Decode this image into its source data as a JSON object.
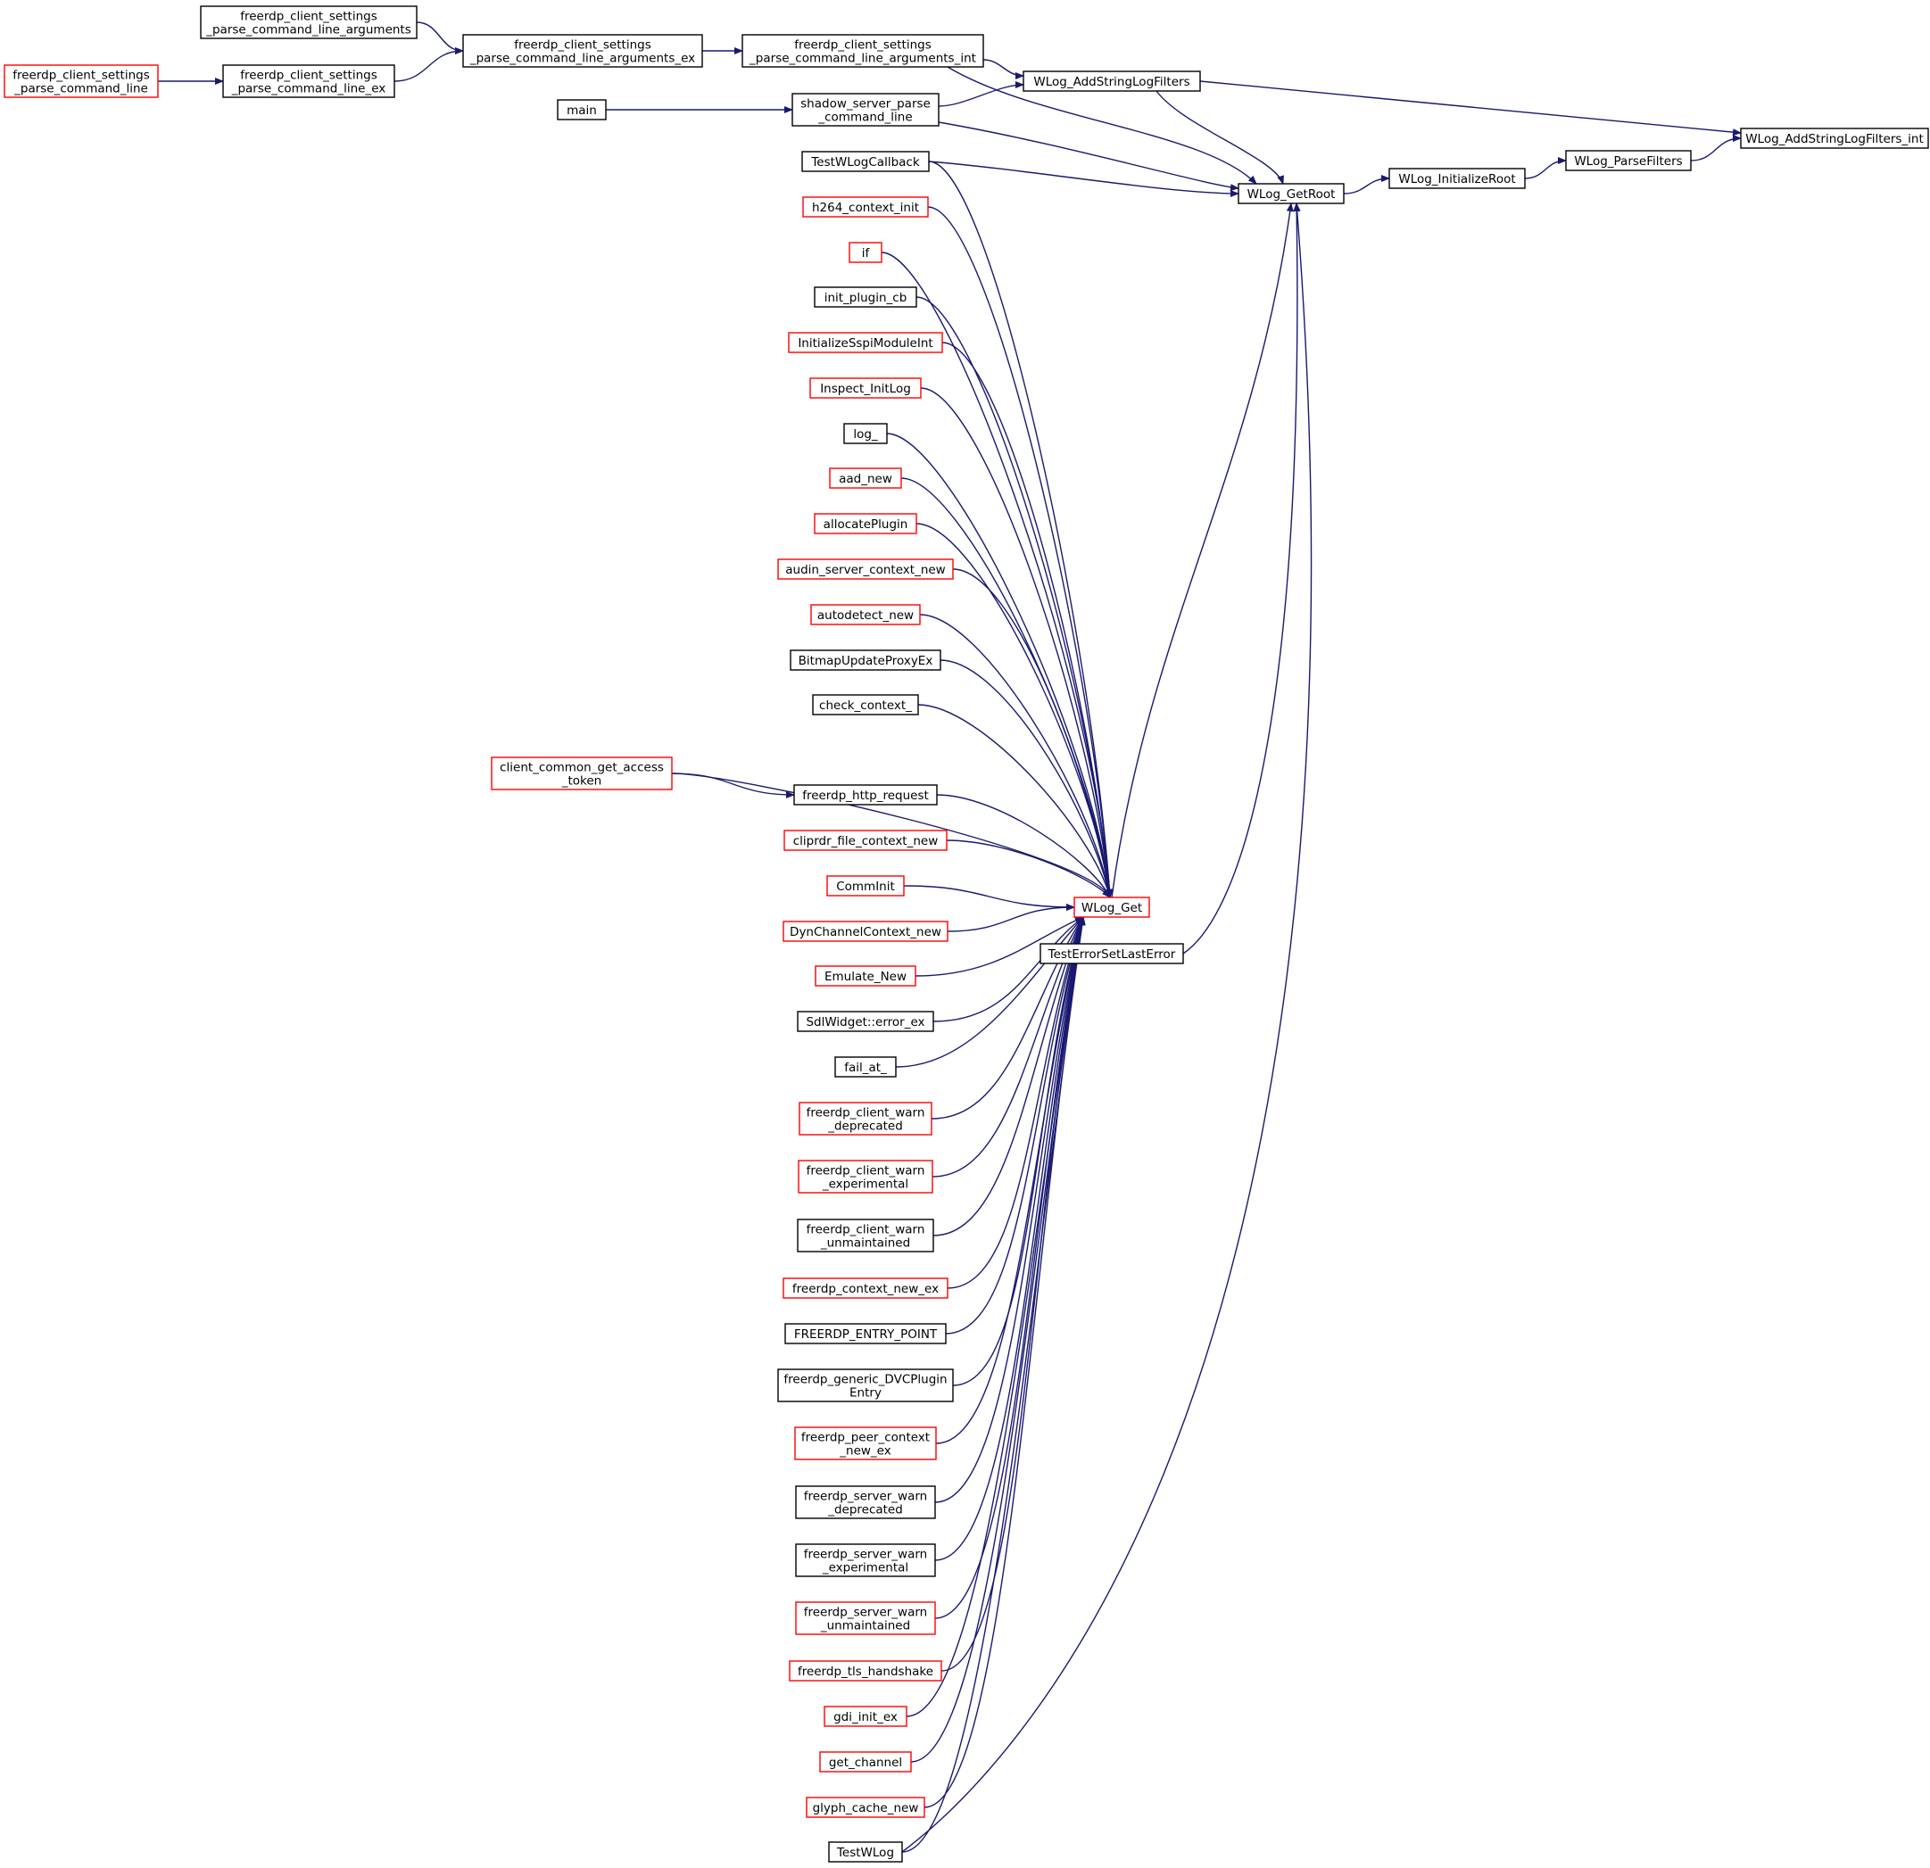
{
  "diagram": {
    "colors": {
      "edge": "#191970",
      "border_default": "#000000",
      "border_truncated": "#ff0000",
      "highlight_fill": "#bfbfbf"
    },
    "nodes": [
      {
        "id": "target",
        "lines": [
          "WLog_AddStringLogFilters_int"
        ],
        "style": "highlight"
      },
      {
        "id": "parsefilters",
        "lines": [
          "WLog_ParseFilters"
        ],
        "style": "normal"
      },
      {
        "id": "initroot",
        "lines": [
          "WLog_InitializeRoot"
        ],
        "style": "normal"
      },
      {
        "id": "getroot",
        "lines": [
          "WLog_GetRoot"
        ],
        "style": "normal"
      },
      {
        "id": "addstring",
        "lines": [
          "WLog_AddStringLogFilters"
        ],
        "style": "normal"
      },
      {
        "id": "wlogget",
        "lines": [
          "WLog_Get"
        ],
        "style": "red"
      },
      {
        "id": "testerror",
        "lines": [
          "TestErrorSetLastError"
        ],
        "style": "normal"
      },
      {
        "id": "fcspcla_int",
        "lines": [
          "freerdp_client_settings",
          "_parse_command_line_arguments_int"
        ],
        "style": "normal"
      },
      {
        "id": "fcspcla_ex",
        "lines": [
          "freerdp_client_settings",
          "_parse_command_line_arguments_ex"
        ],
        "style": "normal"
      },
      {
        "id": "fcspcla",
        "lines": [
          "freerdp_client_settings",
          "_parse_command_line_arguments"
        ],
        "style": "normal"
      },
      {
        "id": "fcspcl_ex",
        "lines": [
          "freerdp_client_settings",
          "_parse_command_line_ex"
        ],
        "style": "normal"
      },
      {
        "id": "fcspcl",
        "lines": [
          "freerdp_client_settings",
          "_parse_command_line"
        ],
        "style": "red"
      },
      {
        "id": "shadow",
        "lines": [
          "shadow_server_parse",
          "_command_line"
        ],
        "style": "normal"
      },
      {
        "id": "main",
        "lines": [
          "main"
        ],
        "style": "normal"
      },
      {
        "id": "testwlogcb",
        "lines": [
          "TestWLogCallback"
        ],
        "style": "normal"
      },
      {
        "id": "h264",
        "lines": [
          "h264_context_init"
        ],
        "style": "red"
      },
      {
        "id": "if",
        "lines": [
          "if"
        ],
        "style": "red"
      },
      {
        "id": "initplugin",
        "lines": [
          "init_plugin_cb"
        ],
        "style": "normal"
      },
      {
        "id": "sspi",
        "lines": [
          "InitializeSspiModuleInt"
        ],
        "style": "red"
      },
      {
        "id": "inspect",
        "lines": [
          "Inspect_InitLog"
        ],
        "style": "red"
      },
      {
        "id": "log_",
        "lines": [
          "log_"
        ],
        "style": "normal"
      },
      {
        "id": "aadnew",
        "lines": [
          "aad_new"
        ],
        "style": "red"
      },
      {
        "id": "allocplugin",
        "lines": [
          "allocatePlugin"
        ],
        "style": "red"
      },
      {
        "id": "audin",
        "lines": [
          "audin_server_context_new"
        ],
        "style": "red"
      },
      {
        "id": "autodetect",
        "lines": [
          "autodetect_new"
        ],
        "style": "red"
      },
      {
        "id": "bitmap",
        "lines": [
          "BitmapUpdateProxyEx"
        ],
        "style": "normal"
      },
      {
        "id": "checkctx",
        "lines": [
          "check_context_"
        ],
        "style": "normal"
      },
      {
        "id": "clientcommon",
        "lines": [
          "client_common_get_access",
          "_token"
        ],
        "style": "red"
      },
      {
        "id": "httpreq",
        "lines": [
          "freerdp_http_request"
        ],
        "style": "normal"
      },
      {
        "id": "cliprdr",
        "lines": [
          "cliprdr_file_context_new"
        ],
        "style": "red"
      },
      {
        "id": "comminit",
        "lines": [
          "CommInit"
        ],
        "style": "red"
      },
      {
        "id": "dynchannel",
        "lines": [
          "DynChannelContext_new"
        ],
        "style": "red"
      },
      {
        "id": "emulate",
        "lines": [
          "Emulate_New"
        ],
        "style": "red"
      },
      {
        "id": "sdlwidget",
        "lines": [
          "SdlWidget::error_ex"
        ],
        "style": "normal"
      },
      {
        "id": "failat",
        "lines": [
          "fail_at_"
        ],
        "style": "normal"
      },
      {
        "id": "fcw_dep",
        "lines": [
          "freerdp_client_warn",
          "_deprecated"
        ],
        "style": "red"
      },
      {
        "id": "fcw_exp",
        "lines": [
          "freerdp_client_warn",
          "_experimental"
        ],
        "style": "red"
      },
      {
        "id": "fcw_unm",
        "lines": [
          "freerdp_client_warn",
          "_unmaintained"
        ],
        "style": "normal"
      },
      {
        "id": "ctxnewex",
        "lines": [
          "freerdp_context_new_ex"
        ],
        "style": "red"
      },
      {
        "id": "entrypoint",
        "lines": [
          "FREERDP_ENTRY_POINT"
        ],
        "style": "normal"
      },
      {
        "id": "dvcplugin",
        "lines": [
          "freerdp_generic_DVCPlugin",
          "Entry"
        ],
        "style": "normal"
      },
      {
        "id": "peerctx",
        "lines": [
          "freerdp_peer_context",
          "_new_ex"
        ],
        "style": "red"
      },
      {
        "id": "fsw_dep",
        "lines": [
          "freerdp_server_warn",
          "_deprecated"
        ],
        "style": "normal"
      },
      {
        "id": "fsw_exp",
        "lines": [
          "freerdp_server_warn",
          "_experimental"
        ],
        "style": "normal"
      },
      {
        "id": "fsw_unm",
        "lines": [
          "freerdp_server_warn",
          "_unmaintained"
        ],
        "style": "red"
      },
      {
        "id": "tls",
        "lines": [
          "freerdp_tls_handshake"
        ],
        "style": "red"
      },
      {
        "id": "gdiinit",
        "lines": [
          "gdi_init_ex"
        ],
        "style": "red"
      },
      {
        "id": "getchannel",
        "lines": [
          "get_channel"
        ],
        "style": "red"
      },
      {
        "id": "glyph",
        "lines": [
          "glyph_cache_new"
        ],
        "style": "red"
      },
      {
        "id": "testwlog",
        "lines": [
          "TestWLog"
        ],
        "style": "normal"
      }
    ],
    "edges": [
      [
        "parsefilters",
        "target"
      ],
      [
        "initroot",
        "parsefilters"
      ],
      [
        "getroot",
        "initroot"
      ],
      [
        "addstring",
        "target"
      ],
      [
        "fcspcla_int",
        "addstring"
      ],
      [
        "shadow",
        "addstring"
      ],
      [
        "fcspcla_int",
        "getroot"
      ],
      [
        "shadow",
        "getroot"
      ],
      [
        "addstring",
        "getroot"
      ],
      [
        "testwlogcb",
        "getroot"
      ],
      [
        "wlogget",
        "getroot"
      ],
      [
        "testerror",
        "getroot"
      ],
      [
        "testwlog",
        "getroot"
      ],
      [
        "fcspcla_ex",
        "fcspcla_int"
      ],
      [
        "fcspcla",
        "fcspcla_ex"
      ],
      [
        "fcspcl_ex",
        "fcspcla_ex"
      ],
      [
        "fcspcl",
        "fcspcl_ex"
      ],
      [
        "main",
        "shadow"
      ],
      [
        "clientcommon",
        "httpreq"
      ],
      [
        "testwlogcb",
        "wlogget"
      ],
      [
        "h264",
        "wlogget"
      ],
      [
        "if",
        "wlogget"
      ],
      [
        "initplugin",
        "wlogget"
      ],
      [
        "sspi",
        "wlogget"
      ],
      [
        "inspect",
        "wlogget"
      ],
      [
        "log_",
        "wlogget"
      ],
      [
        "aadnew",
        "wlogget"
      ],
      [
        "allocplugin",
        "wlogget"
      ],
      [
        "audin",
        "wlogget"
      ],
      [
        "autodetect",
        "wlogget"
      ],
      [
        "bitmap",
        "wlogget"
      ],
      [
        "checkctx",
        "wlogget"
      ],
      [
        "clientcommon",
        "wlogget"
      ],
      [
        "httpreq",
        "wlogget"
      ],
      [
        "cliprdr",
        "wlogget"
      ],
      [
        "comminit",
        "wlogget"
      ],
      [
        "dynchannel",
        "wlogget"
      ],
      [
        "emulate",
        "wlogget"
      ],
      [
        "sdlwidget",
        "wlogget"
      ],
      [
        "failat",
        "wlogget"
      ],
      [
        "fcw_dep",
        "wlogget"
      ],
      [
        "fcw_exp",
        "wlogget"
      ],
      [
        "fcw_unm",
        "wlogget"
      ],
      [
        "ctxnewex",
        "wlogget"
      ],
      [
        "entrypoint",
        "wlogget"
      ],
      [
        "dvcplugin",
        "wlogget"
      ],
      [
        "peerctx",
        "wlogget"
      ],
      [
        "fsw_dep",
        "wlogget"
      ],
      [
        "fsw_exp",
        "wlogget"
      ],
      [
        "fsw_unm",
        "wlogget"
      ],
      [
        "tls",
        "wlogget"
      ],
      [
        "gdiinit",
        "wlogget"
      ],
      [
        "getchannel",
        "wlogget"
      ],
      [
        "glyph",
        "wlogget"
      ],
      [
        "testwlog",
        "wlogget"
      ]
    ]
  }
}
